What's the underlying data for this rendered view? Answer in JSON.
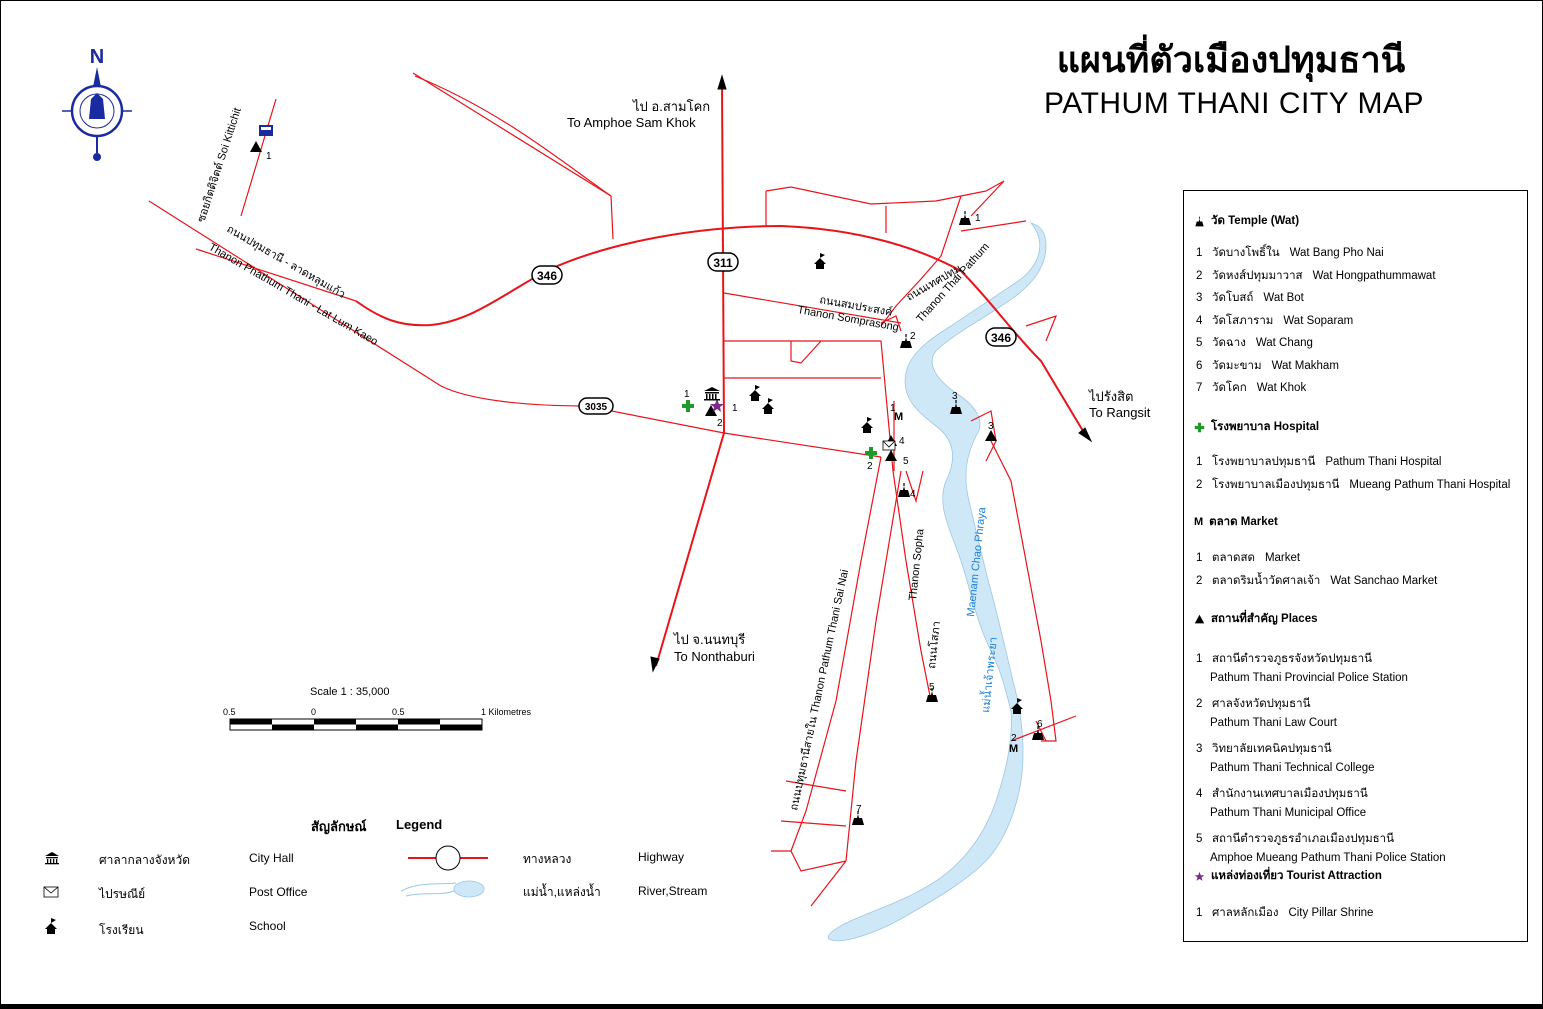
{
  "title": {
    "thai": "แผนที่ตัวเมืองปทุมธานี",
    "english": "PATHUM THANI CITY MAP"
  },
  "directions": {
    "sam_khok_th": "ไป อ.สามโคก",
    "sam_khok_en": "To Amphoe Sam Khok",
    "nonthaburi_th": "ไป จ.นนทบุรี",
    "nonthaburi_en": "To Nonthaburi",
    "rangsit_th": "ไปรังสิต",
    "rangsit_en": "To Rangsit"
  },
  "highway_shields": {
    "h346a": "346",
    "h311": "311",
    "h3035": "3035",
    "h346b": "346"
  },
  "road_labels": {
    "soi_kittichit": "ซอยกิตติจิตต์ Soi Kittichit",
    "pathum_lat_th": "ถนนปทุมธานี - ลาดหลุมแก้ว",
    "pathum_lat_en": "Thanon Phathum Thani - Lat Lum Kaeo",
    "somprasong_th": "ถนนสมประสงค์",
    "somprasong_en": "Thanon Somprasong",
    "thai_pathum_th": "ถนนเทศปทุม",
    "thai_pathum_en": "Thanon Thai Pathum",
    "sai_nai": "ถนนปทุมธานีสายใน Thanon Pathum Thani Sai Nai",
    "sopha_th": "ถนนโสภา",
    "sopha_en": "Thanon Sopha",
    "river_en": "Maenam Chao Phraya",
    "river_th": "แม่น้ำเจ้าพระยา"
  },
  "map_numbers": {
    "n1": "1",
    "n2": "2",
    "n3": "3",
    "n4": "4",
    "n5": "5",
    "n6": "6",
    "n7": "7"
  },
  "scale": {
    "label": "Scale  1  :  35,000",
    "t0": "0.5",
    "t1": "0",
    "t2": "0.5",
    "t3": "1  Kilometres"
  },
  "bottom_legend": {
    "heading_th": "สัญลักษณ์",
    "heading_en": "Legend",
    "cityhall_th": "ศาลากลางจังหวัด",
    "cityhall_en": "City Hall",
    "post_th": "ไปรษณีย์",
    "post_en": "Post Office",
    "school_th": "โรงเรียน",
    "school_en": "School",
    "highway_th": "ทางหลวง",
    "highway_en": "Highway",
    "river_th": "แม่น้ำ,แหล่งน้ำ",
    "river_en": "River,Stream"
  },
  "legend": {
    "temple_head": "วัด  Temple (Wat)",
    "temples": [
      {
        "n": "1",
        "th": "วัดบางโพธิ์ใน",
        "en": "Wat Bang Pho Nai"
      },
      {
        "n": "2",
        "th": "วัดหงส์ปทุมมาวาส",
        "en": "Wat Hongpathummawat"
      },
      {
        "n": "3",
        "th": "วัดโบสถ์",
        "en": "Wat Bot"
      },
      {
        "n": "4",
        "th": "วัดโสภาราม",
        "en": "Wat Soparam"
      },
      {
        "n": "5",
        "th": "วัดฉาง",
        "en": "Wat Chang"
      },
      {
        "n": "6",
        "th": "วัดมะขาม",
        "en": "Wat Makham"
      },
      {
        "n": "7",
        "th": "วัดโคก",
        "en": "Wat Khok"
      }
    ],
    "hospital_head": "โรงพยาบาล   Hospital",
    "hospitals": [
      {
        "n": "1",
        "th": "โรงพยาบาลปทุมธานี",
        "en": "Pathum Thani Hospital"
      },
      {
        "n": "2",
        "th": "โรงพยาบาลเมืองปทุมธานี",
        "en": "Mueang Pathum Thani Hospital"
      }
    ],
    "market_head": "ตลาด   Market",
    "markets": [
      {
        "n": "1",
        "th": "ตลาดสด",
        "en": "Market"
      },
      {
        "n": "2",
        "th": "ตลาดริมน้ำวัดศาลเจ้า",
        "en": "Wat Sanchao Market"
      }
    ],
    "places_head": "สถานที่สำคัญ   Places",
    "places": [
      {
        "n": "1",
        "th": "สถานีตำรวจภูธรจังหวัดปทุมธานี",
        "en": "Pathum Thani Provincial Police Station"
      },
      {
        "n": "2",
        "th": "ศาลจังหวัดปทุมธานี",
        "en": "Pathum Thani Law Court"
      },
      {
        "n": "3",
        "th": "วิทยาลัยเทคนิคปทุมธานี",
        "en": "Pathum Thani Technical College"
      },
      {
        "n": "4",
        "th": "สำนักงานเทศบาลเมืองปทุมธานี",
        "en": "Pathum Thani Municipal Office"
      },
      {
        "n": "5",
        "th": "สถานีตำรวจภูธรอำเภอเมืองปทุมธานี",
        "en": "Amphoe Mueang Pathum Thani Police Station"
      }
    ],
    "tourist_head": "แหล่งท่องเที่ยว   Tourist Attraction",
    "tourist": [
      {
        "n": "1",
        "th": "ศาลหลักเมือง",
        "en": "City Pillar Shrine"
      }
    ]
  },
  "colors": {
    "road": "#e8141c",
    "river": "#cfe8f7",
    "river_label": "#1a7fd4",
    "hospital": "#1e9a2a",
    "tourist": "#7a2a8a",
    "compass": "#1a2aa0"
  },
  "icons": {
    "temple": "temple-icon",
    "hospital": "hospital-cross-icon",
    "market": "market-m-icon",
    "place": "place-triangle-icon",
    "tourist": "tourist-star-icon",
    "cityhall": "city-hall-icon",
    "post": "post-office-icon",
    "school": "school-icon",
    "compass": "north-compass-icon"
  }
}
